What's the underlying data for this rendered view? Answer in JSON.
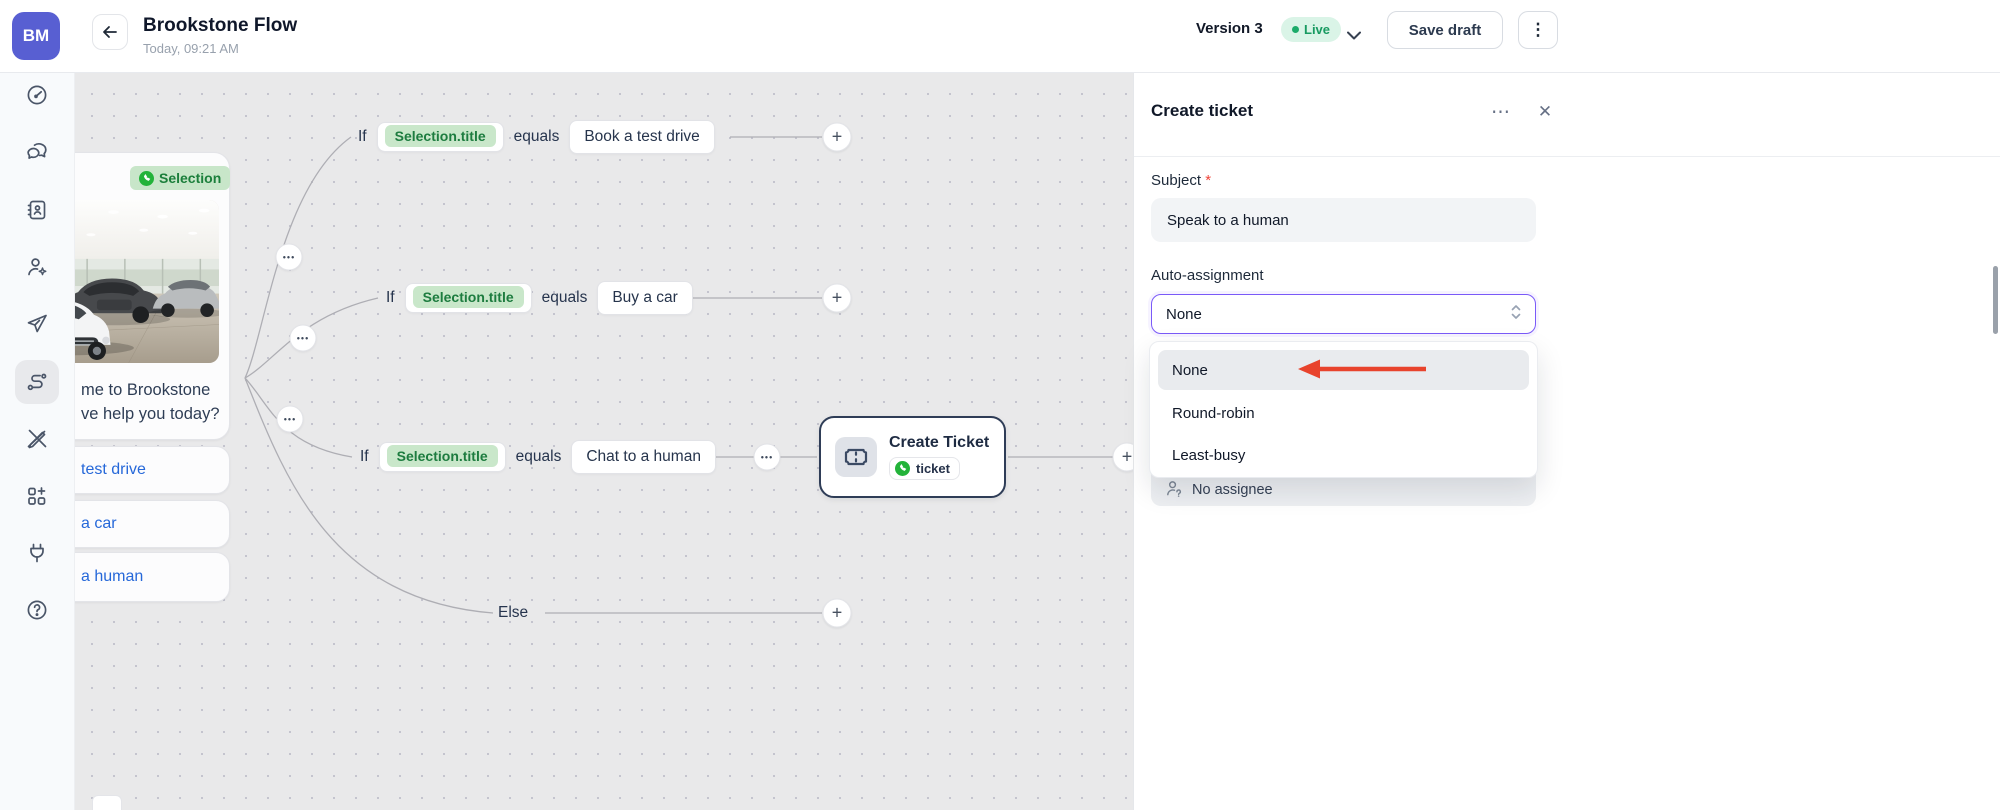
{
  "header": {
    "avatar_initials": "BM",
    "title": "Brookstone Flow",
    "subtitle": "Today, 09:21 AM",
    "version_label": "Version 3",
    "live_label": "Live",
    "save_button_label": "Save draft",
    "kebab_glyph": "⋮"
  },
  "sidebar": {
    "icons": [
      "dashboard",
      "conversations",
      "contacts",
      "leads",
      "campaigns",
      "flows",
      "design",
      "apps",
      "integrations",
      "help"
    ],
    "active_icon": "flows"
  },
  "canvas": {
    "selection_node": {
      "badge_label": "Selection",
      "message_line1": "me to Brookstone",
      "message_line2": "ve help you today?",
      "button1_label": "test drive",
      "button2_label": "a car",
      "button3_label": "a human"
    },
    "rows": [
      {
        "if_label": "If",
        "variable": "Selection.title",
        "operator": "equals",
        "value": "Book a test drive"
      },
      {
        "if_label": "If",
        "variable": "Selection.title",
        "operator": "equals",
        "value": "Buy a car"
      },
      {
        "if_label": "If",
        "variable": "Selection.title",
        "operator": "equals",
        "value": "Chat to a human"
      }
    ],
    "else_label": "Else",
    "ticket_node": {
      "title": "Create Ticket",
      "tag_label": "ticket"
    },
    "ellipsis_glyph": "•••",
    "plus_glyph": "+"
  },
  "panel": {
    "title": "Create ticket",
    "menu_glyph": "⋯",
    "close_glyph": "✕",
    "subject": {
      "label": "Subject",
      "required_mark": "*",
      "value": "Speak to a human"
    },
    "auto_assignment": {
      "label": "Auto-assignment",
      "selected_value": "None",
      "options": [
        "None",
        "Round-robin",
        "Least-busy"
      ]
    },
    "assignee_label": "No assignee"
  },
  "colors": {
    "accent_purple": "#7a5af8",
    "arrow_red": "#e8432c",
    "whatsapp_green": "#23b33a",
    "pill_green_bg": "#c9e7ca",
    "pill_green_text": "#1d7c3f",
    "live_green": "#189a61",
    "link_blue": "#2668d9",
    "node_border_navy": "#2f3d57",
    "avatar_indigo": "#585fd2",
    "canvas_bg": "#e9e9ea"
  }
}
